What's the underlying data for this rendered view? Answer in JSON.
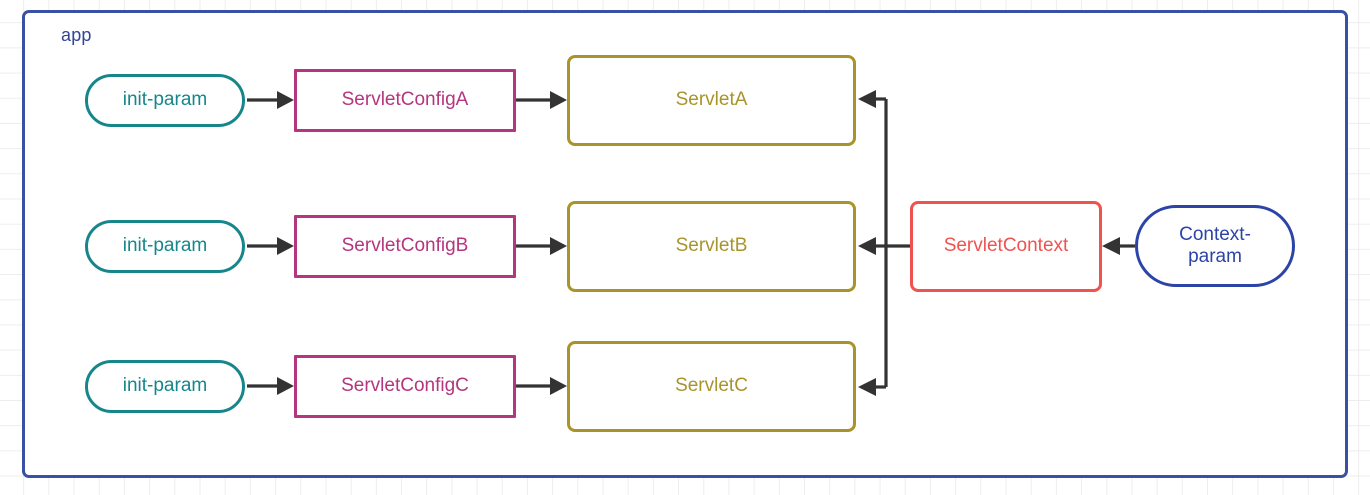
{
  "diagram": {
    "title": "app",
    "container_label": "app",
    "colors": {
      "container_border": "#3a51a3",
      "container_label": "#33449b",
      "init_param": "#16868b",
      "servlet_config": "#b5357e",
      "servlet": "#a8942b",
      "servlet_context": "#ef5350",
      "context_param": "#2c43a8",
      "edge": "#333333",
      "grid": "#ededed",
      "background": "#ffffff"
    },
    "nodes": {
      "init_param_a": "init-param",
      "init_param_b": "init-param",
      "init_param_c": "init-param",
      "servlet_config_a": "ServletConfigA",
      "servlet_config_b": "ServletConfigB",
      "servlet_config_c": "ServletConfigC",
      "servlet_a": "ServletA",
      "servlet_b": "ServletB",
      "servlet_c": "ServletC",
      "servlet_context": "ServletContext",
      "context_param_line1": "Context-",
      "context_param_line2": "param"
    },
    "edges": [
      {
        "from": "init-param",
        "to": "ServletConfigA",
        "direction": "right"
      },
      {
        "from": "ServletConfigA",
        "to": "ServletA",
        "direction": "right"
      },
      {
        "from": "init-param",
        "to": "ServletConfigB",
        "direction": "right"
      },
      {
        "from": "ServletConfigB",
        "to": "ServletB",
        "direction": "right"
      },
      {
        "from": "init-param",
        "to": "ServletConfigC",
        "direction": "right"
      },
      {
        "from": "ServletConfigC",
        "to": "ServletC",
        "direction": "right"
      },
      {
        "from": "ServletContext",
        "to": "ServletA",
        "direction": "left"
      },
      {
        "from": "ServletContext",
        "to": "ServletB",
        "direction": "left"
      },
      {
        "from": "ServletContext",
        "to": "ServletC",
        "direction": "left"
      },
      {
        "from": "Context-param",
        "to": "ServletContext",
        "direction": "left"
      }
    ]
  }
}
